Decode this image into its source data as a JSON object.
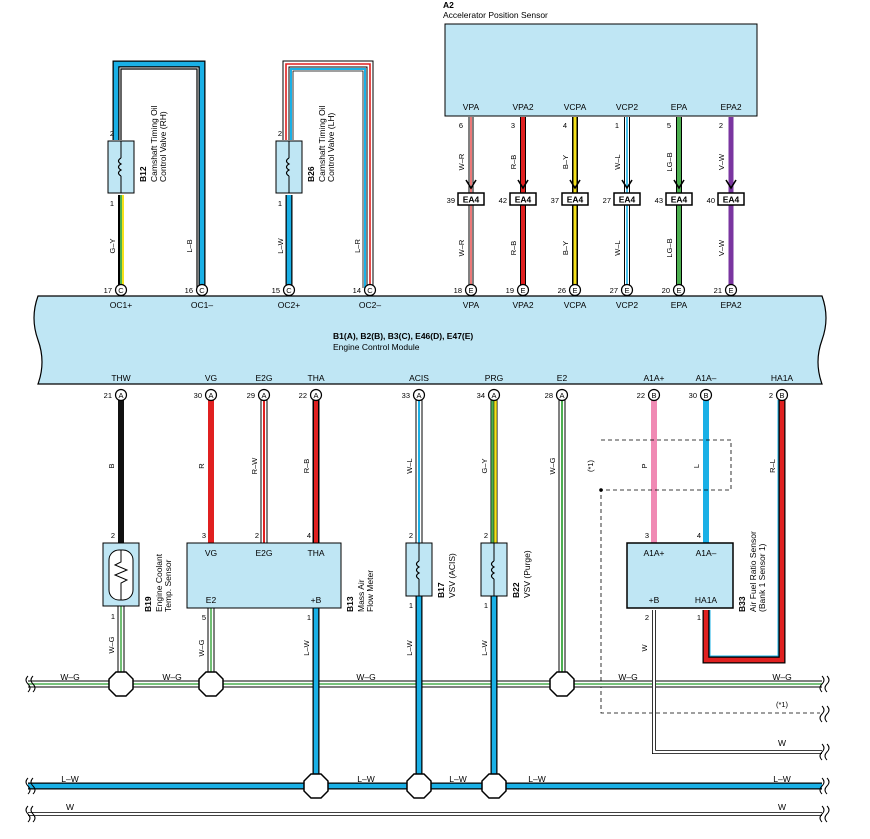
{
  "colors": {
    "panel": "#bfe6f4",
    "blue_wire": "#1ab0e6",
    "green_wire": "#4caf50",
    "yellow_wire": "#f5e11a",
    "red_wire": "#e02020",
    "pink_wire": "#f08ab4",
    "purple_wire": "#7a35a0",
    "black_wire": "#111111"
  },
  "aps": {
    "code": "A2",
    "name": "Accelerator Position Sensor",
    "terminals": [
      {
        "label": "VPA",
        "pin": "6",
        "wire": "W–R",
        "junction_pin": "39",
        "junction": "EA4",
        "ecm_pin": "18",
        "ecm_conn": "E",
        "ecm_label": "VPA",
        "wire_label2": "W–R"
      },
      {
        "label": "VPA2",
        "pin": "3",
        "wire": "R–B",
        "junction_pin": "42",
        "junction": "EA4",
        "ecm_pin": "19",
        "ecm_conn": "E",
        "ecm_label": "VPA2",
        "wire_label2": "R–B"
      },
      {
        "label": "VCPA",
        "pin": "4",
        "wire": "B–Y",
        "junction_pin": "37",
        "junction": "EA4",
        "ecm_pin": "26",
        "ecm_conn": "E",
        "ecm_label": "VCPA",
        "wire_label2": "B–Y"
      },
      {
        "label": "VCP2",
        "pin": "1",
        "wire": "W–L",
        "junction_pin": "27",
        "junction": "EA4",
        "ecm_pin": "27",
        "ecm_conn": "E",
        "ecm_label": "VCP2",
        "wire_label2": "W–L"
      },
      {
        "label": "EPA",
        "pin": "5",
        "wire": "LG–B",
        "junction_pin": "43",
        "junction": "EA4",
        "ecm_pin": "20",
        "ecm_conn": "E",
        "ecm_label": "EPA",
        "wire_label2": "LG–B"
      },
      {
        "label": "EPA2",
        "pin": "2",
        "wire": "V–W",
        "junction_pin": "40",
        "junction": "EA4",
        "ecm_pin": "21",
        "ecm_conn": "E",
        "ecm_label": "EPA2",
        "wire_label2": "V–W"
      }
    ]
  },
  "ocv_rh": {
    "code": "B12",
    "name": "Camshaft Timing Oil",
    "name2": "Control Valve (RH)",
    "pin_top": "2",
    "pin_bottom": "1",
    "wire_left": "G–Y",
    "wire_right": "L–B",
    "ecm_pin_plus": "17",
    "ecm_pin_minus": "16",
    "ecm_conn": "C",
    "label_plus": "OC1+",
    "label_minus": "OC1–"
  },
  "ocv_lh": {
    "code": "B26",
    "name": "Camshaft Timing Oil",
    "name2": "Control Valve (LH)",
    "pin_top": "2",
    "pin_bottom": "1",
    "wire_left": "L–W",
    "wire_right": "L–R",
    "ecm_pin_plus": "15",
    "ecm_pin_minus": "14",
    "ecm_conn": "C",
    "label_plus": "OC2+",
    "label_minus": "OC2–"
  },
  "ecm": {
    "connectors": "B1(A), B2(B), B3(C), E46(D), E47(E)",
    "name": "Engine Control Module"
  },
  "bottom_terms": [
    {
      "label": "THW",
      "pin": "21",
      "conn": "A",
      "wire": "B"
    },
    {
      "label": "VG",
      "pin": "30",
      "conn": "A",
      "wire": "R"
    },
    {
      "label": "E2G",
      "pin": "29",
      "conn": "A",
      "wire": "R–W"
    },
    {
      "label": "THA",
      "pin": "22",
      "conn": "A",
      "wire": "R–B"
    },
    {
      "label": "ACIS",
      "pin": "33",
      "conn": "A",
      "wire": "W–L"
    },
    {
      "label": "PRG",
      "pin": "34",
      "conn": "A",
      "wire": "G–Y"
    },
    {
      "label": "E2",
      "pin": "28",
      "conn": "A",
      "wire": "W–G"
    },
    {
      "label": "A1A+",
      "pin": "22",
      "conn": "B",
      "wire": "P"
    },
    {
      "label": "A1A–",
      "pin": "30",
      "conn": "B",
      "wire": "L"
    },
    {
      "label": "HA1A",
      "pin": "2",
      "conn": "B",
      "wire": "R–L"
    }
  ],
  "ect": {
    "code": "B19",
    "name": "Engine Coolant",
    "name2": "Temp. Sensor",
    "pin_top": "2",
    "pin_bottom": "1",
    "wire_bottom": "W–G"
  },
  "maf": {
    "code": "B13",
    "name": "Mass Air",
    "name2": "Flow Meter",
    "t_vg": "VG",
    "t_e2g": "E2G",
    "t_tha": "THA",
    "t_e2": "E2",
    "t_b": "+B",
    "p_vg": "3",
    "p_e2g": "2",
    "p_tha": "4",
    "p_e2": "5",
    "p_b": "1",
    "wire_e2": "W–G",
    "wire_b": "L–W"
  },
  "vsv_acis": {
    "code": "B17",
    "name": "VSV (ACIS)",
    "pin_top": "2",
    "pin_bottom": "1",
    "wire_bottom": "L–W"
  },
  "vsv_purge": {
    "code": "B22",
    "name": "VSV (Purge)",
    "pin_top": "2",
    "pin_bottom": "1",
    "wire_bottom": "L–W"
  },
  "afs": {
    "code": "B33",
    "name": "Air Fuel Ratio Sensor",
    "name2": "(Bank 1 Sensor 1)",
    "t_a1ap": "A1A+",
    "t_a1am": "A1A–",
    "t_b": "+B",
    "t_ha1a": "HA1A",
    "p_a1ap": "3",
    "p_a1am": "4",
    "p_b": "2",
    "p_ha1a": "1",
    "wire_b": "W"
  },
  "shield_note": "(*1)",
  "shield_note2": "(*1)",
  "bus": {
    "wg_labels": [
      "W–G",
      "W–G",
      "W–G",
      "W–G",
      "W–G"
    ],
    "lw_labels": [
      "L–W",
      "L–W",
      "L–W",
      "L–W",
      "L–W"
    ],
    "w_labels": [
      "W",
      "W",
      "W"
    ]
  }
}
